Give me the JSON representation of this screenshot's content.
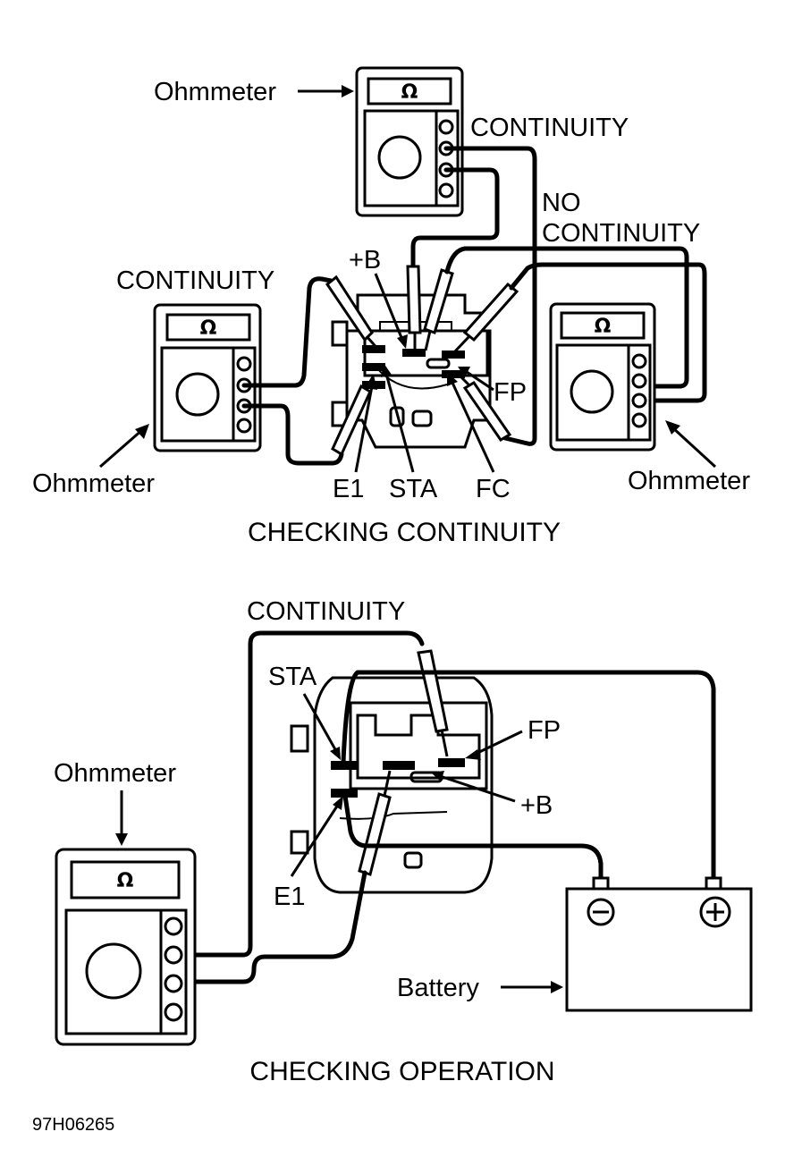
{
  "diagram_code": "97H06265",
  "top_section": {
    "caption": "CHECKING CONTINUITY",
    "meters": [
      {
        "label": "Ohmmeter",
        "symbol": "Ω",
        "result": "CONTINUITY"
      },
      {
        "label": "Ohmmeter",
        "symbol": "Ω",
        "result": "CONTINUITY"
      },
      {
        "label": "Ohmmeter",
        "symbol": "Ω",
        "result": "NO CONTINUITY"
      }
    ],
    "no_continuity_line1": "NO",
    "no_continuity_line2": "CONTINUITY",
    "terminals": {
      "plus_b": "+B",
      "fp": "FP",
      "e1": "E1",
      "sta": "STA",
      "fc": "FC"
    }
  },
  "bottom_section": {
    "caption": "CHECKING OPERATION",
    "meter": {
      "label": "Ohmmeter",
      "symbol": "Ω"
    },
    "result": "CONTINUITY",
    "terminals": {
      "sta": "STA",
      "fp": "FP",
      "plus_b": "+B",
      "e1": "E1"
    },
    "battery": {
      "label": "Battery",
      "negative": "−",
      "positive": "+"
    }
  }
}
